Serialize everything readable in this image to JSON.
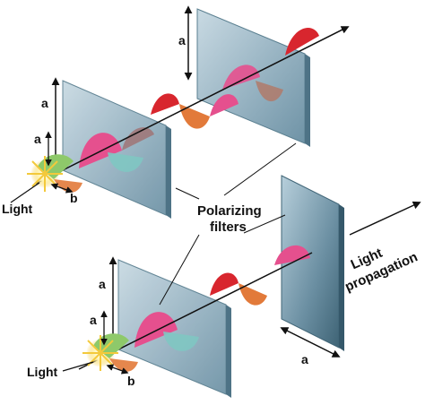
{
  "labels": {
    "a": "a",
    "b": "b",
    "light": "Light",
    "filters_line1": "Polarizing",
    "filters_line2": "filters",
    "propagation_line1": "Light",
    "propagation_line2": "propagation"
  },
  "colors": {
    "filter_face": "#9fb9c6",
    "filter_edge": "#5a7f90",
    "wave_red": "#d8262e",
    "wave_orange": "#e27a3a",
    "wave_pink": "#e5508e",
    "wave_teal": "#7fc6c2",
    "light_green": "#8ec96a",
    "burst_yellow": "#f3c93b"
  }
}
